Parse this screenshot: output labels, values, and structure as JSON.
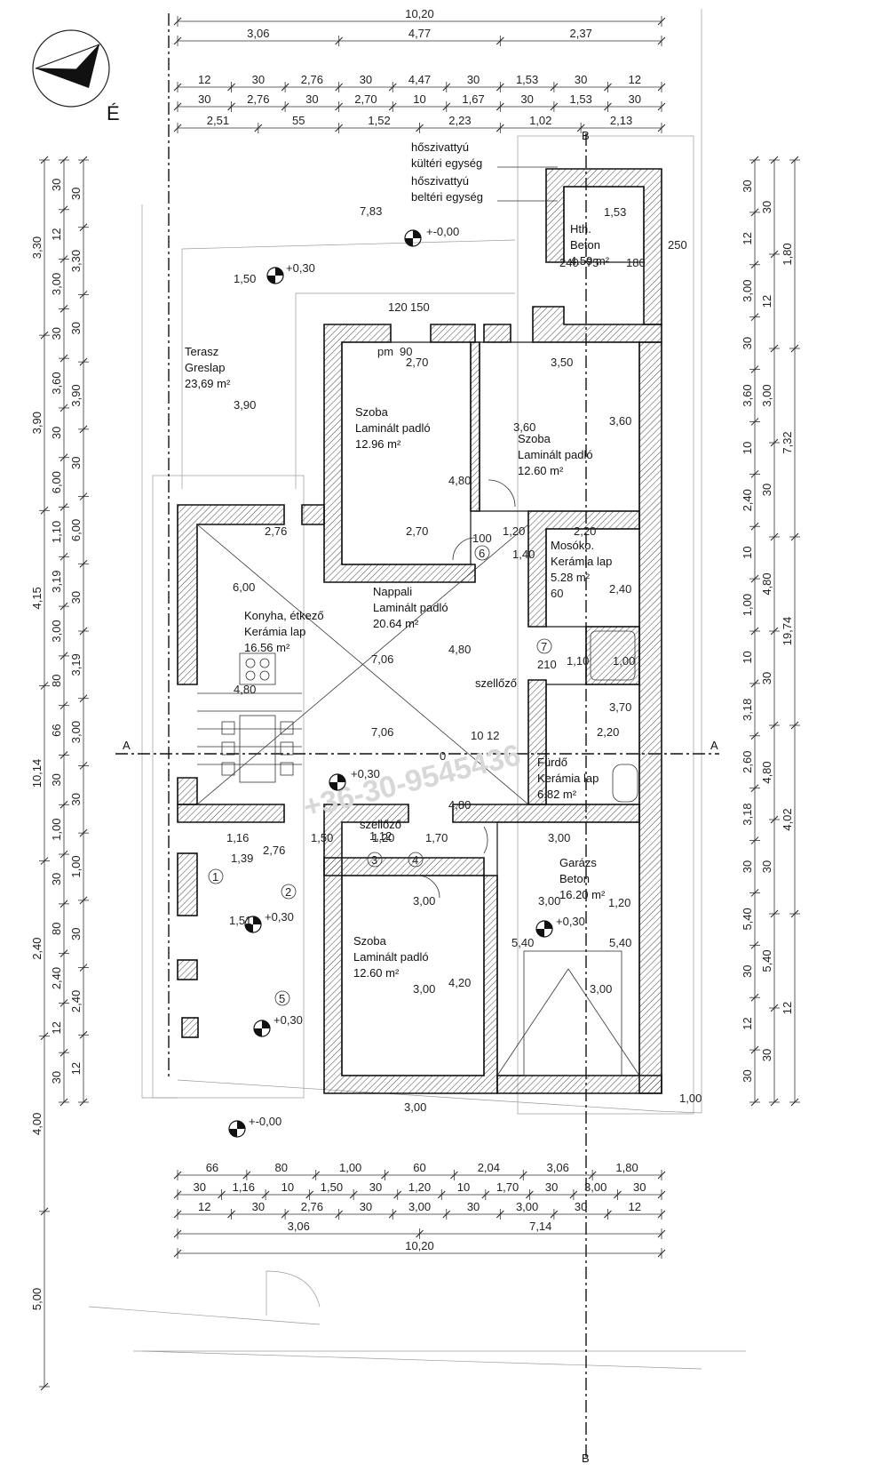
{
  "compass": {
    "north_label": "É"
  },
  "watermark": "+36-30-9545436",
  "section_labels": {
    "a": "A",
    "b": "B"
  },
  "rooms": [
    {
      "name": "Terasz",
      "finish": "Greslap",
      "area": "23,69 m²"
    },
    {
      "name": "Hth.",
      "finish": "Beton",
      "area": "4.59 m²"
    },
    {
      "name": "Szoba",
      "finish": "Laminált padló",
      "area": "12.96 m²"
    },
    {
      "name": "Szoba",
      "finish": "Laminált padló",
      "area": "12.60 m²"
    },
    {
      "name": "Mosóko.",
      "finish": "Kerámia lap",
      "area": "5.28 m²"
    },
    {
      "name": "Nappali",
      "finish": "Laminált padló",
      "area": "20.64 m²"
    },
    {
      "name": "Konyha, étkező",
      "finish": "Kerámia lap",
      "area": "16.56 m²"
    },
    {
      "name": "Fürdő",
      "finish": "Kerámia lap",
      "area": "6.82 m²"
    },
    {
      "name": "Garázs",
      "finish": "Beton",
      "area": "16.20 m²"
    },
    {
      "name": "Szoba",
      "finish": "Laminált padló",
      "area": "12.60 m²"
    }
  ],
  "equipment": {
    "outdoor": [
      "hőszivattyú",
      "kültéri egység"
    ],
    "indoor": [
      "hőszivattyú",
      "beltéri egység"
    ],
    "vent": "szellőző"
  },
  "levels": {
    "zero": "+-0,00",
    "plus": "+0,30"
  },
  "circles": [
    "1",
    "2",
    "3",
    "4",
    "5",
    "6",
    "7"
  ],
  "dims_top": [
    [
      "10,20"
    ],
    [
      "3,06",
      "4,77",
      "2,37"
    ],
    [
      "12",
      "30",
      "2,76",
      "30",
      "4,47",
      "30",
      "1,53",
      "30",
      "12"
    ],
    [
      "30",
      "2,76",
      "30",
      "2,70",
      "10",
      "1,67",
      "30",
      "1,53",
      "30"
    ],
    [
      "2,51",
      "55",
      "1,52",
      "2,23",
      "1,02",
      "2,13"
    ]
  ],
  "dims_bottom": [
    [
      "66",
      "80",
      "1,00",
      "60",
      "2,04",
      "3,06",
      "1,80"
    ],
    [
      "30",
      "1,16",
      "10",
      "1,50",
      "30",
      "1,20",
      "10",
      "1,70",
      "30",
      "3,00",
      "30"
    ],
    [
      "12",
      "30",
      "2,76",
      "30",
      "3,00",
      "30",
      "3,00",
      "30",
      "12"
    ],
    [
      "3,06",
      "7,14"
    ],
    [
      "10,20"
    ]
  ],
  "dims_left_outer": [
    "3,30",
    "3,90",
    "4,15",
    "10,14",
    "2,40",
    "4,00",
    "5,00"
  ],
  "dims_left_mid": [
    "30",
    "12",
    "3,00",
    "30",
    "3,60",
    "30",
    "6,00",
    "1,10",
    "3,19",
    "3,00",
    "80",
    "66",
    "30",
    "1,00",
    "30",
    "80",
    "2,40",
    "12",
    "30"
  ],
  "dims_left_inner": [
    "30",
    "3,30",
    "30",
    "3,90",
    "30",
    "6,00",
    "30",
    "3,19",
    "3,00",
    "30",
    "1,00",
    "30",
    "2,40",
    "12"
  ],
  "dims_right_outer": [
    "1,80",
    "7,32",
    "19,74",
    "4,02",
    "12"
  ],
  "dims_right_mid": [
    "30",
    "12",
    "3,00",
    "30",
    "3,60",
    "10",
    "2,40",
    "10",
    "1,00",
    "10",
    "3,18",
    "2,60",
    "3,18",
    "30",
    "5,40",
    "30",
    "12",
    "30"
  ],
  "dims_right_inner": [
    "30",
    "12",
    "3,00",
    "30",
    "4,80",
    "30",
    "4,80",
    "30",
    "5,40",
    "30"
  ],
  "dims_inside": [
    "7,83",
    "1,50",
    "3,90",
    "7,06",
    "7,06",
    "4,80",
    "4,80",
    "4,80",
    "2,76",
    "2,70",
    "3,50",
    "2,70",
    "1,20",
    "2,20",
    "1,10",
    "1,00",
    "2,20",
    "1,16",
    "1,50",
    "1,20",
    "1,70",
    "3,00",
    "3,00",
    "3,00",
    "3,00",
    "3,00",
    "5,40",
    "5,40",
    "4,20",
    "2,76",
    "1,39",
    "1,51",
    "3,70",
    "1,53",
    "2,40",
    "1,40",
    "6,00",
    "4,80",
    "3,60",
    "3,60",
    "1,00"
  ],
  "small_marks": [
    "pm",
    "90",
    "120",
    "150",
    "180",
    "210",
    "240",
    "250",
    "60",
    "75",
    "100",
    "10",
    "12",
    "0",
    "1,12",
    "1,20",
    "3,00"
  ]
}
